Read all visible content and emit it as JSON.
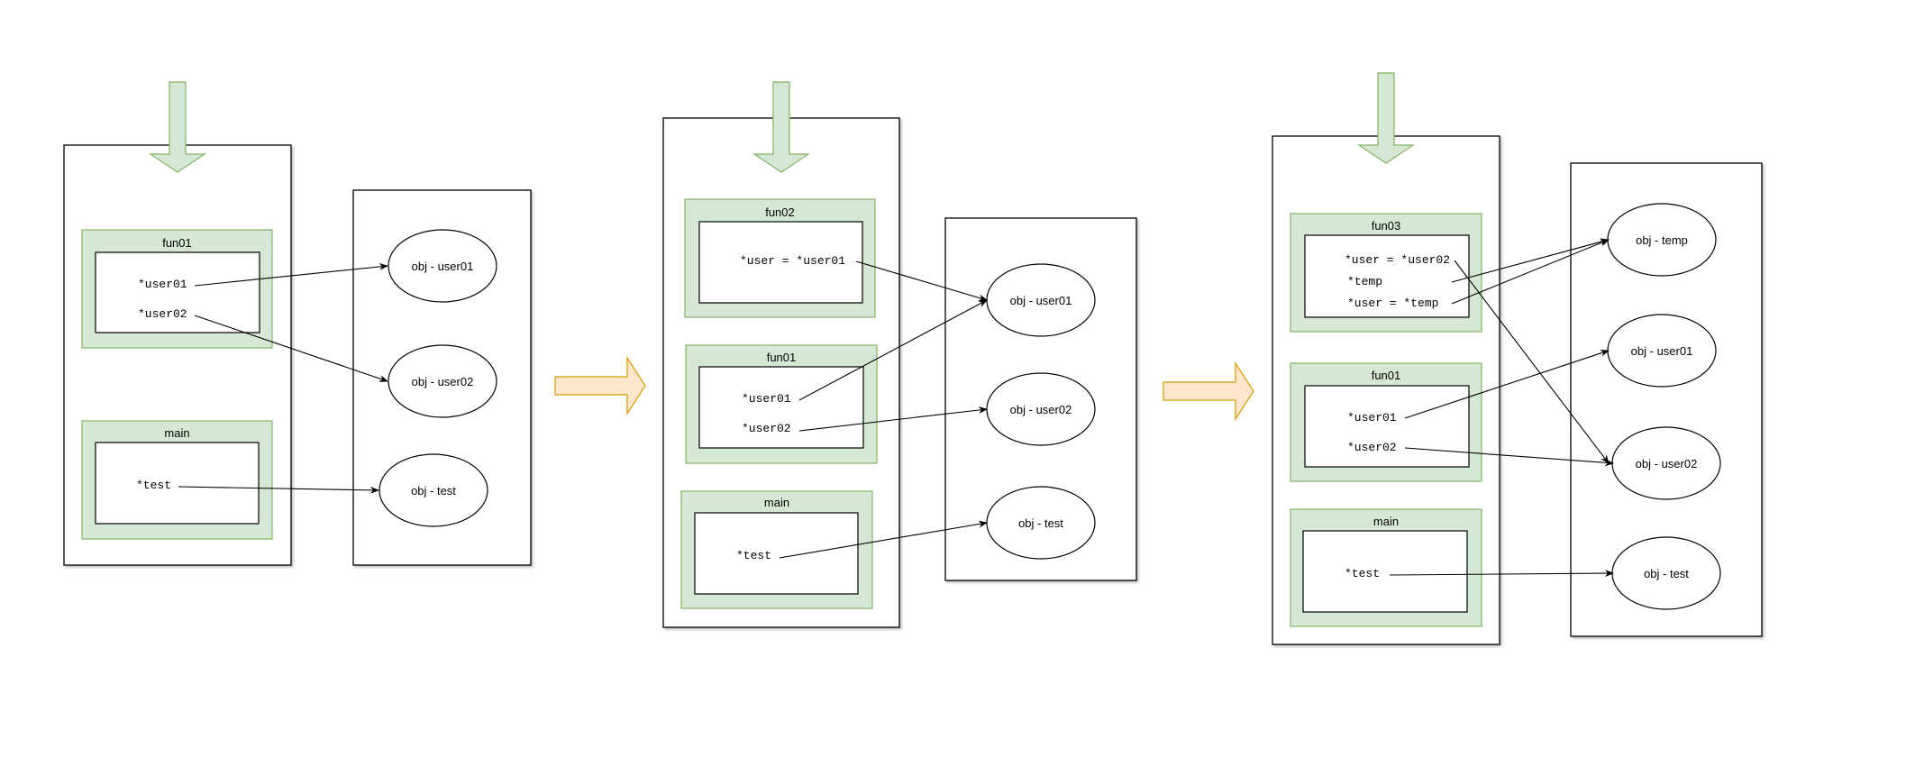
{
  "colors": {
    "frame_fill": "#d5e8d4",
    "frame_stroke": "#82b366",
    "arrow_down_fill": "#d5e8d4",
    "arrow_down_stroke": "#82b366",
    "transition_fill": "#ffe6cc",
    "transition_stroke": "#d79b00",
    "line": "#000000"
  },
  "panel1": {
    "frames": {
      "fun01": {
        "title": "fun01",
        "vars": [
          "*user01",
          "*user02"
        ]
      },
      "main": {
        "title": "main",
        "vars": [
          "*test"
        ]
      }
    },
    "heap": [
      "obj - user01",
      "obj - user02",
      "obj - test"
    ]
  },
  "panel2": {
    "frames": {
      "fun02": {
        "title": "fun02",
        "vars": [
          "*user = *user01"
        ]
      },
      "fun01": {
        "title": "fun01",
        "vars": [
          "*user01",
          "*user02"
        ]
      },
      "main": {
        "title": "main",
        "vars": [
          "*test"
        ]
      }
    },
    "heap": [
      "obj - user01",
      "obj - user02",
      "obj - test"
    ]
  },
  "panel3": {
    "frames": {
      "fun03": {
        "title": "fun03",
        "vars": [
          "*user = *user02",
          "*temp",
          "*user = *temp"
        ]
      },
      "fun01": {
        "title": "fun01",
        "vars": [
          "*user01",
          "*user02"
        ]
      },
      "main": {
        "title": "main",
        "vars": [
          "*test"
        ]
      }
    },
    "heap": [
      "obj - temp",
      "obj - user01",
      "obj - user02",
      "obj - test"
    ]
  }
}
